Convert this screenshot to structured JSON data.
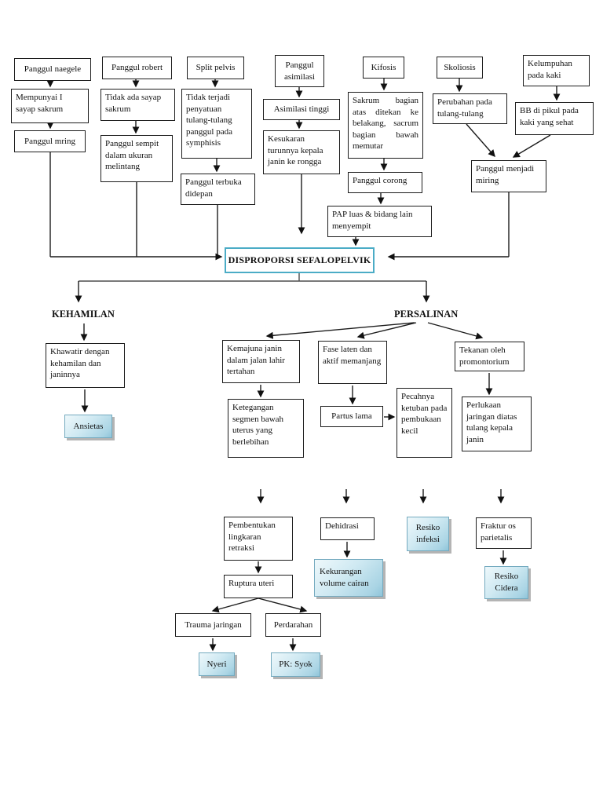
{
  "diagram": {
    "title": "DISPROPORSI SEFALOPELVIK",
    "sections": {
      "kehamilan": "KEHAMILAN",
      "persalinan": "PERSALINAN"
    },
    "colors": {
      "accent_border": "#4bacc6",
      "highlight_fill": "#bfe0ec",
      "box_border": "#1c1c1c",
      "shadow": "#b4b4b4"
    },
    "nodes": {
      "panggul_naegele": "Panggul naegele",
      "mempunyai_sayap": "Mempunyai I sayap sakrum",
      "panggul_mring": "Panggul mring",
      "panggul_robert": "Panggul robert",
      "tidak_ada_sayap": "Tidak ada sayap sakrum",
      "panggul_sempit": "Panggul sempit dalam ukuran melintang",
      "split_pelvis": "Split pelvis",
      "tidak_terjadi": "Tidak terjadi penyatuan tulang-tulang panggul pada symphisis",
      "panggul_terbuka": "Panggul terbuka didepan",
      "panggul_asimilasi": "Panggul asimilasi",
      "asimilasi_tinggi": "Asimilasi tinggi",
      "kesukaran": "Kesukaran turunnya kepala janin ke rongga",
      "kifosis": "Kifosis",
      "sakrum": "Sakrum bagian atas ditekan ke belakang, sacrum bagian bawah memutar",
      "panggul_corong": "Panggul corong",
      "pap_luas": "PAP luas & bidang lain menyempit",
      "skoliosis": "Skoliosis",
      "perubahan": "Perubahan pada tulang-tulang",
      "panggul_miring": "Panggul menjadi miring",
      "kelumpuhan": "Kelumpuhan pada kaki",
      "bb_dipikul": "BB di pikul pada kaki yang sehat",
      "khawatir": "Khawatir dengan kehamilan dan janinnya",
      "ansietas": "Ansietas",
      "kemajuna": "Kemajuna janin dalam jalan lahir tertahan",
      "fase_laten": "Fase laten dan aktif memanjang",
      "tekanan": "Tekanan oleh promontorium",
      "ketegangan": "Ketegangan segmen bawah uterus yang berlebihan",
      "partus_lama": "Partus lama",
      "pecahnya": "Pecahnya ketuban pada pembukaan kecil",
      "perlukaan": "Perlukaan jaringan diatas tulang kepala janin",
      "pembentukan": "Pembentukan lingkaran retraksi",
      "dehidrasi": "Dehidrasi",
      "resiko_infeksi": "Resiko infeksi",
      "fraktur": "Fraktur os parietalis",
      "ruptura": "Ruptura uteri",
      "kekurangan": "Kekurangan volume cairan",
      "resiko_cidera": "Resiko Cidera",
      "trauma": "Trauma jaringan",
      "perdarahan": "Perdarahan",
      "nyeri": "Nyeri",
      "pk_syok": "PK: Syok"
    }
  }
}
